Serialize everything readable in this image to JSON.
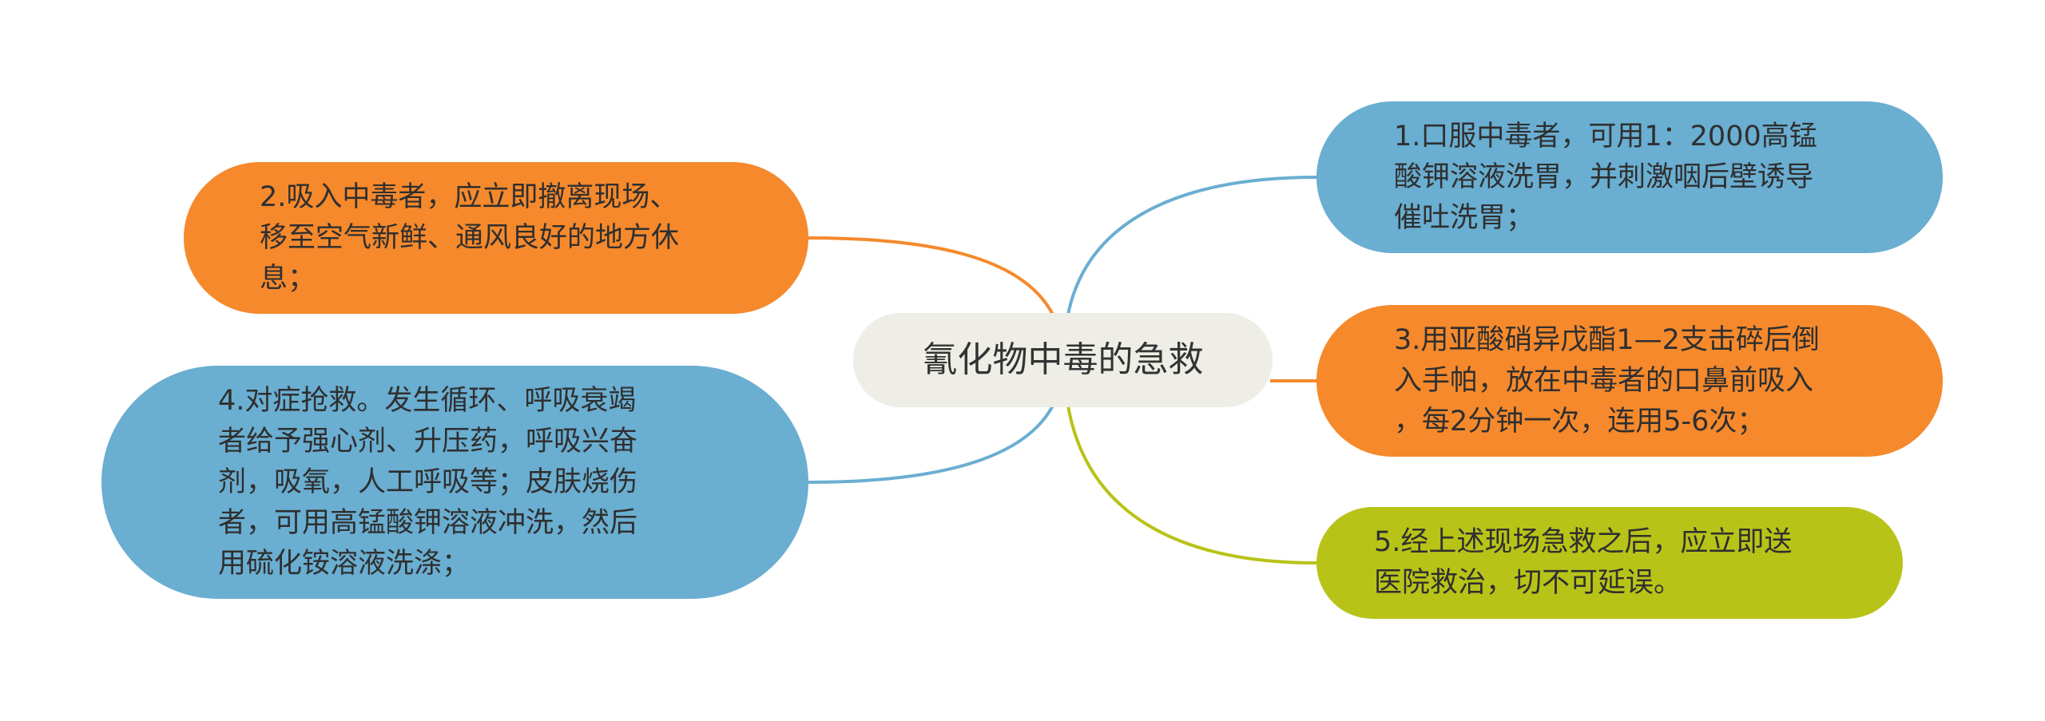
{
  "mindmap": {
    "root": {
      "label": "氰化物中毒的急救",
      "color": "#EEEDE6"
    },
    "branches": [
      {
        "id": "n1",
        "side": "right",
        "color": "#6AAED1",
        "text": "1.口服中毒者，可用1：2000高锰\n酸钾溶液洗胃，并刺激咽后壁诱导\n催吐洗胃；"
      },
      {
        "id": "n2",
        "side": "left",
        "color": "#F5892C",
        "text": "2.吸入中毒者，应立即撤离现场、\n移至空气新鲜、通风良好的地方休\n息；"
      },
      {
        "id": "n3",
        "side": "right",
        "color": "#F5892C",
        "text": "3.用亚酸硝异戊酯1—2支击碎后倒\n入手帕，放在中毒者的口鼻前吸入\n，每2分钟一次，连用5-6次；"
      },
      {
        "id": "n4",
        "side": "left",
        "color": "#6AAED1",
        "text": "4.对症抢救。发生循环、呼吸衰竭\n者给予强心剂、升压药，呼吸兴奋\n剂，吸氧，人工呼吸等；皮肤烧伤\n者，可用高锰酸钾溶液冲洗，然后\n用硫化铵溶液洗涤；"
      },
      {
        "id": "n5",
        "side": "right",
        "color": "#B8C318",
        "text": "5.经上述现场急救之后，应立即送\n医院救治，切不可延误。"
      }
    ]
  }
}
